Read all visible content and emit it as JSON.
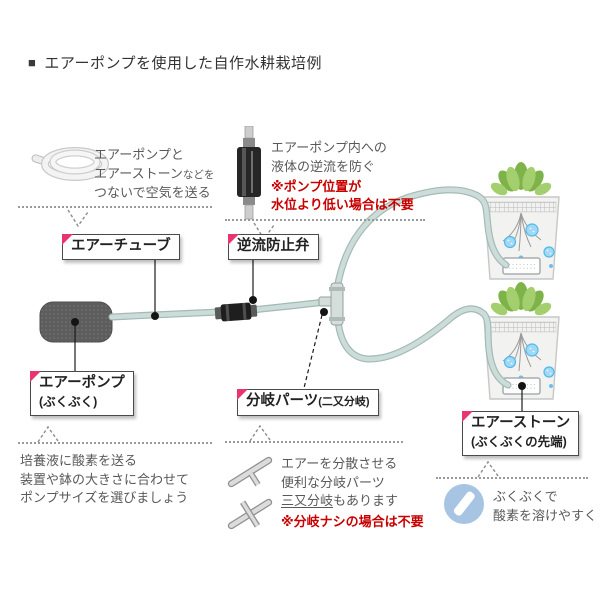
{
  "title": {
    "square": "■",
    "text": "エアーポンプを使用した自作水耕栽培例"
  },
  "notes": {
    "top_left": {
      "line1": "エアーポンプと",
      "line2_main": "エアーストーン",
      "line2_small": "などを",
      "line3": "つないで空気を送る"
    },
    "top_middle": {
      "line1": "エアーポンプ内への",
      "line2": "液体の逆流を防ぐ",
      "warn1": "※ポンプ位置が",
      "warn2": "水位より低い場合は不要"
    },
    "bottom_left": {
      "line1": "培養液に酸素を送る",
      "line2": "装置や鉢の大きさに合わせて",
      "line3": "ポンプサイズを選びましょう"
    },
    "bottom_middle": {
      "line1": "エアーを分散させる",
      "line2": "便利な分岐パーツ",
      "line3_underline": "三又分岐",
      "line3_rest": "もあります",
      "warn": "※分岐ナシの場合は不要"
    },
    "bottom_right": {
      "line1": "ぶくぶくで",
      "line2": "酸素を溶けやすく"
    }
  },
  "labels": {
    "air_tube": "エアーチューブ",
    "check_valve": "逆流防止弁",
    "air_pump_main": "エアーポンプ",
    "air_pump_sub": "(ぶくぶく)",
    "branch_main": "分岐パーツ",
    "branch_sub": "(二又分岐)",
    "air_stone_main": "エアーストーン",
    "air_stone_sub": "(ぶくぶくの先端)"
  },
  "colors": {
    "accent_pink": "#e8346f",
    "warning_red": "#c90000",
    "tube": "#ccdcd8",
    "pump_gray": "#5d5d5d",
    "bubble_blue": "#54b8e9",
    "plant_green_dark": "#7eb34a",
    "plant_green_light": "#a4cf6e",
    "pot_gray": "#f2f2f1",
    "circle_blue": "#a7c4e2"
  }
}
